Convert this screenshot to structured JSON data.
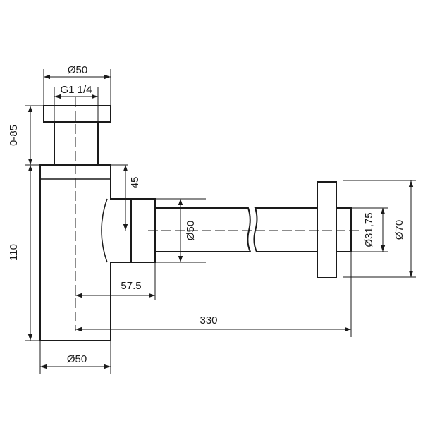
{
  "dimensions": {
    "top_outer_diameter": "Ø50",
    "thread": "G1 1/4",
    "height_adjust": "0-85",
    "body_height": "110",
    "outlet_height": "45",
    "inlet_diameter": "Ø50",
    "pipe_diameter": "Ø31,75",
    "flange_diameter": "Ø70",
    "outlet_offset": "57.5",
    "total_length": "330",
    "bottom_diameter": "Ø50"
  }
}
